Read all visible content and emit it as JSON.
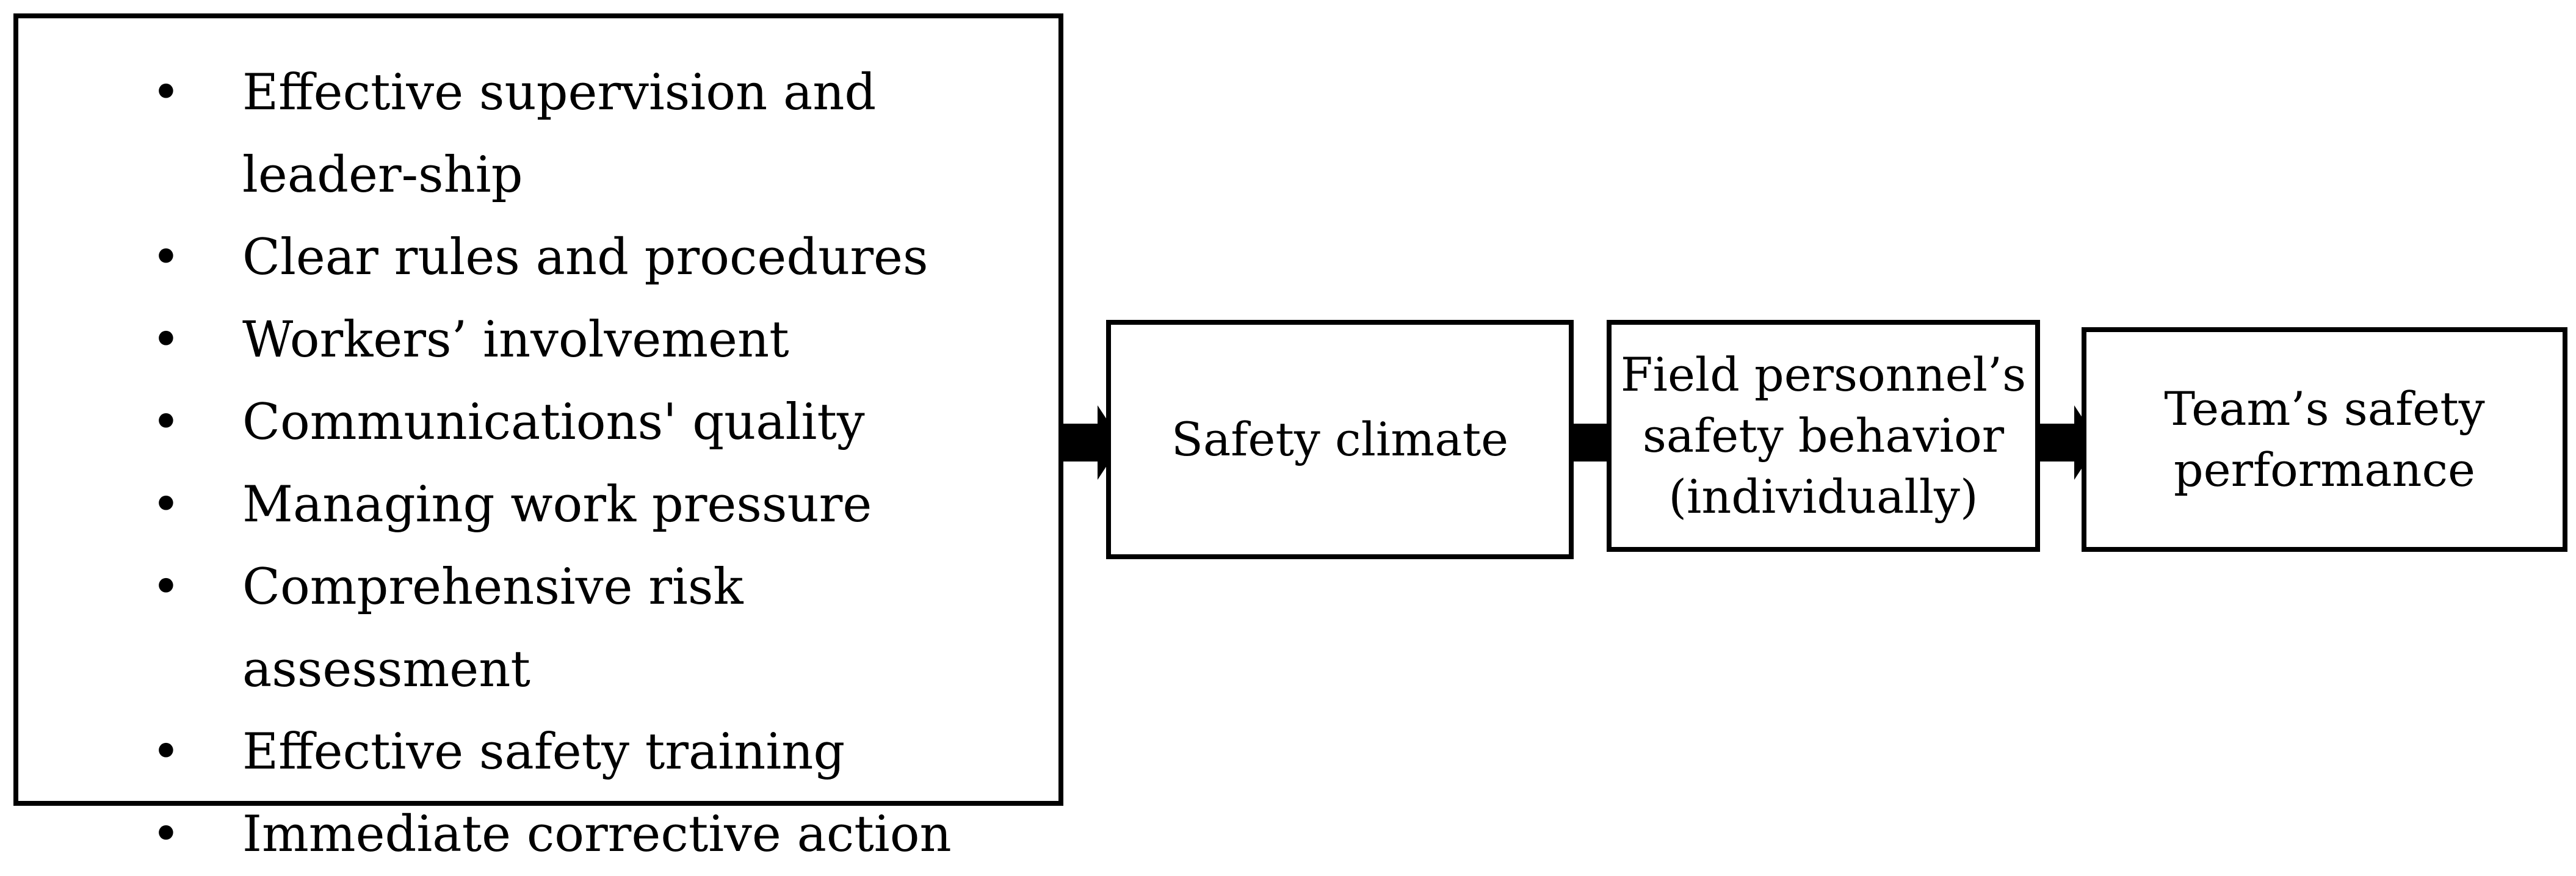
{
  "factors": [
    "Effective supervision and leader-ship",
    "Clear rules and procedures",
    "Workers’ involvement",
    "Communications' quality",
    "Managing work pressure",
    "Comprehensive risk assessment",
    "Effective safety training",
    "Immediate corrective action"
  ],
  "bullet_glyph": "•",
  "nodes": {
    "climate": "Safety climate",
    "behavior": "Field personnel’s safety behavior (individually)",
    "performance": "Team’s safety performance"
  },
  "colors": {
    "stroke": "#000000",
    "background": "#ffffff"
  }
}
